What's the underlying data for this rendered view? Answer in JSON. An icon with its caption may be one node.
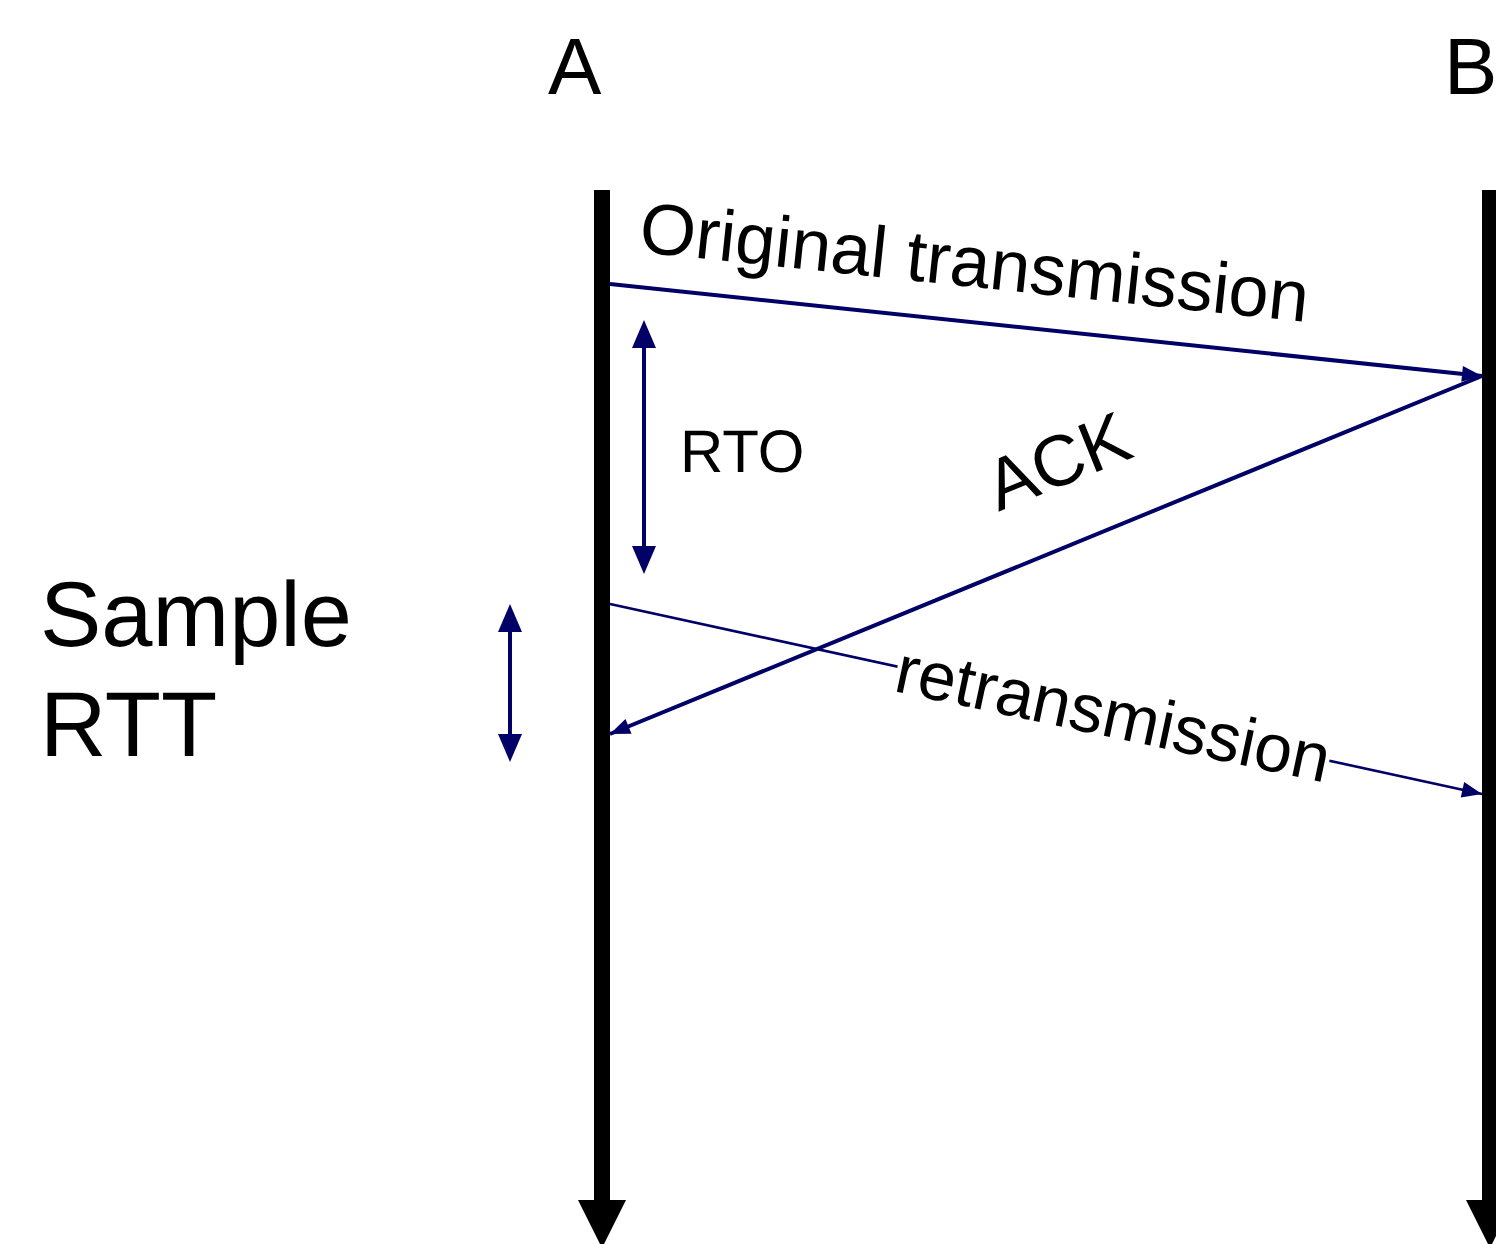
{
  "diagram": {
    "nodes": [
      {
        "text": [
          "A"
        ]
      },
      {
        "text": [
          "B"
        ]
      }
    ],
    "edges": [
      {
        "from": 0,
        "to": 1,
        "arrow": "to",
        "label": "Original transmission"
      },
      {
        "from": 1,
        "to": 0,
        "arrow": "to",
        "label": "ACK"
      },
      {
        "from": 0,
        "to": 1,
        "arrow": "to",
        "label": "retransmission"
      }
    ],
    "labels": [
      "RTO",
      "Sample RTT"
    ]
  }
}
